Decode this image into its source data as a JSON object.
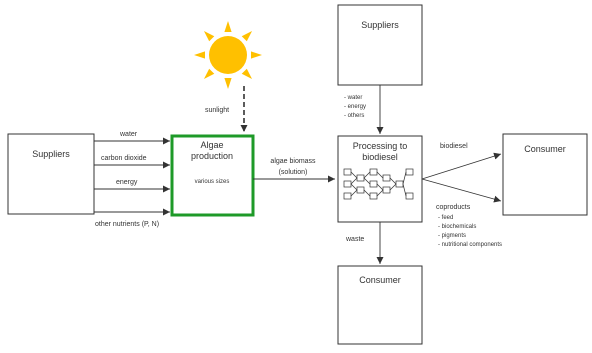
{
  "diagram": {
    "nodes": {
      "suppliers_left": {
        "label": "Suppliers"
      },
      "algae": {
        "line1": "Algae",
        "line2": "production",
        "sub": "various sizes"
      },
      "suppliers_top": {
        "label": "Suppliers"
      },
      "processing": {
        "line1": "Processing to",
        "line2": "biodiesel"
      },
      "consumer_right": {
        "label": "Consumer"
      },
      "consumer_bottom": {
        "label": "Consumer"
      }
    },
    "edges": {
      "sunlight": "sunlight",
      "water": "water",
      "carbon_dioxide": "carbon dioxide",
      "energy": "energy",
      "other_nutrients": "other nutrients (P, N)",
      "algae_biomass_1": "algae biomass",
      "algae_biomass_2": "(solution)",
      "supplier_inputs": [
        "- water",
        "- energy",
        "- others"
      ],
      "biodiesel": "biodiesel",
      "coproducts": "coproducts",
      "coproduct_items": [
        "- feed",
        "- biochemicals",
        "- pigments",
        "- nutritional components"
      ],
      "waste": "waste"
    },
    "colors": {
      "sun": "#FFC000",
      "algae_border": "#1E9A28",
      "box_border": "#333333"
    }
  }
}
